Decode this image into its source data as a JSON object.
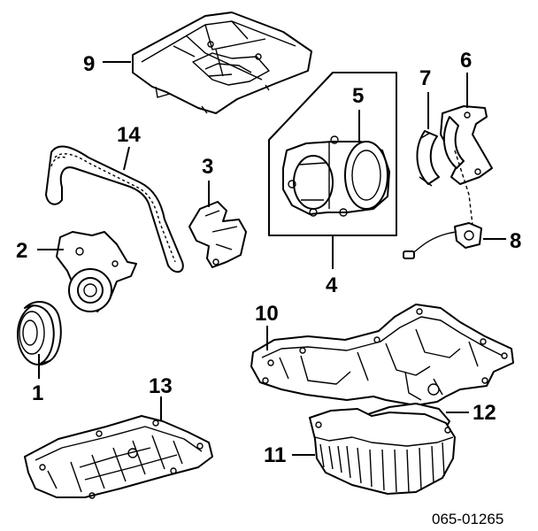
{
  "diagram": {
    "reference_code": "065-01265",
    "callouts": [
      "1",
      "2",
      "3",
      "4",
      "5",
      "6",
      "7",
      "8",
      "9",
      "10",
      "11",
      "12",
      "13",
      "14"
    ],
    "parts": [
      "engine-cover",
      "timing-belt",
      "crankshaft-pulley",
      "timing-pulley-plate",
      "belt-cover-bracket",
      "air-flow-meter",
      "bearing-bracket",
      "bearing-shell",
      "crank-sensor",
      "upper-oil-pan",
      "oil-strainer-baffle",
      "lower-oil-pan",
      "oil-pan-small"
    ]
  }
}
